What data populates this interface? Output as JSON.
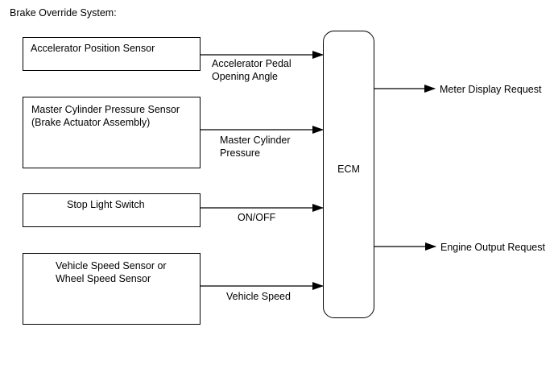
{
  "title": "Brake Override System:",
  "inputs": [
    {
      "lines": [
        "Accelerator Position Sensor"
      ],
      "signal": [
        "Accelerator Pedal",
        "Opening Angle"
      ]
    },
    {
      "lines": [
        "Master Cylinder Pressure Sensor",
        "(Brake Actuator Assembly)"
      ],
      "signal": [
        "Master Cylinder",
        "Pressure"
      ]
    },
    {
      "lines": [
        "Stop Light Switch"
      ],
      "signal": [
        "ON/OFF"
      ]
    },
    {
      "lines": [
        "Vehicle Speed Sensor or",
        "Wheel Speed Sensor"
      ],
      "signal": [
        "Vehicle Speed"
      ]
    }
  ],
  "ecm": {
    "label": "ECM"
  },
  "outputs": [
    {
      "label": "Meter Display Request"
    },
    {
      "label": "Engine Output Request"
    }
  ]
}
